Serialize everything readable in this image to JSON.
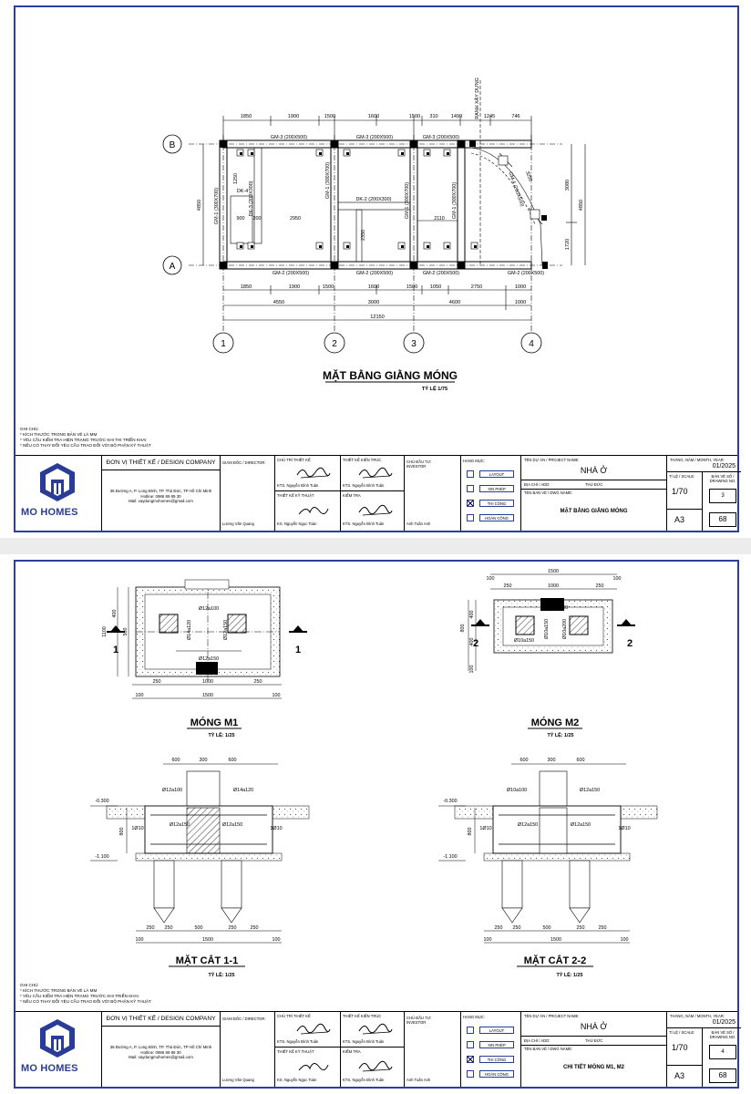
{
  "sheets": [
    {
      "notes": {
        "title": "GHI CHÚ:",
        "items": [
          "KÍCH THƯỚC TRONG BẢN VẼ LÀ MM",
          "YÊU CẦU KIỂM TRA HIỆN TRẠNG TRƯỚC KHI THI TRIỂN KHAI",
          "NẾU CÓ THAY ĐỔI YÊU CẦU TRAO ĐỔI VỚI BỘ PHẬN KỸ THUẬT"
        ]
      },
      "drawing": {
        "title": "MẶT BẰNG GIẰNG MÓNG",
        "scale": "TỶ LỆ 1/75",
        "grid_letters": [
          "B",
          "A"
        ],
        "grid_numbers": [
          "1",
          "2",
          "3",
          "4"
        ],
        "top_dims": [
          "1850",
          "1900",
          "1500",
          "1600",
          "1500",
          "310",
          "1499",
          "1245",
          "746"
        ],
        "bottom_dims_1": [
          "1850",
          "1900",
          "1500",
          "1600",
          "1500",
          "1050",
          "2750",
          "1000"
        ],
        "bottom_dims_2": [
          "4550",
          "3000",
          "4600",
          "1000"
        ],
        "total_dim": "12150",
        "left_dim": "4850",
        "right_dims": [
          "3080",
          "1720",
          "4850"
        ],
        "beam_labels": {
          "gm3_a": "GM-3 (200X500)",
          "gm3_b": "GM-3 (200X500)",
          "gm3_c": "GM-3 (200X500)",
          "gm2_a": "GM-2 (200X500)",
          "gm2_b": "GM-2 (200X500)",
          "gm2_c": "GM-2 (200X500)",
          "gm2_d": "GM-2 (200X500)",
          "gm1_a": "GM-1 (300X700)",
          "gm1_b": "GM-1 (300X700)",
          "gm1_c": "GM-1 (300X700)",
          "gm1_d": "GM-1 (300X700)",
          "dk2": "DK-2 (200X300)",
          "dk3": "DK-3 (200X300)",
          "dk4": "DK-4",
          "gm4": "GM-4 (200X500)",
          "d1250": "1250",
          "d900": "900",
          "d200": "200",
          "d2950": "2950",
          "d2350": "2350",
          "d2110": "2110",
          "d3250": "3250",
          "ranh": "RANH XÂY DỰNG"
        }
      },
      "title_block": {
        "company_title": "ĐƠN VỊ THIẾT KẾ / DESIGN COMPANY",
        "address": "36 Đường A, P. Long Bình, TP. Thủ Đức, TP Hồ Chí Minh",
        "hotline": "Hotline: 0986 89 89 30",
        "mail": "Mail: xaydungmohomes@gmail.com",
        "logo_text": "MO HOMES",
        "director_label": "GIÁM ĐỐC / DIRECTOR:",
        "director_name": "Lương Văn Quang",
        "chief_designer_label": "CHỦ TRÌ THIẾT KẾ",
        "chief_designer_name": "KTS. Nguyễn Đình Tuân",
        "tech_designer_label": "THIẾT KẾ KỸ THUẬT",
        "tech_designer_name": "KS. Nguyễn Ngọc Toàn",
        "structural_label": "THIẾT KẾ KIẾN TRÚC",
        "structural_name": "KTS. Nguyễn Đình Tuân",
        "check_label": "KIỂM TRA",
        "check_name": "KTS. Nguyễn Đình Tuân",
        "investor_label": "CHỦ ĐẦU TƯ: INVESTOR",
        "investor_name": "Anh Tuấn Anh",
        "category_label": "HẠNG MỤC:",
        "categories": [
          {
            "label": "LAYOUT",
            "checked": false
          },
          {
            "label": "XIN PHÉP",
            "checked": false
          },
          {
            "label": "THI CÔNG",
            "checked": true
          },
          {
            "label": "HOÀN CÔNG",
            "checked": false
          }
        ],
        "project_label": "TÊN DỰ ÁN / PROJECT NAME:",
        "project_name": "NHÀ Ở",
        "address_label": "ĐỊA CHỈ / ADD:",
        "address_value": "THỦ ĐỨC",
        "dwg_label": "TÊN BẢN VẼ / DWG NAME:",
        "dwg_name": "MẶT BẰNG GIẰNG MÓNG",
        "date_label": "THÁNG, NĂM / MONTH, YEAR:",
        "date": "01/2025",
        "scale_label": "TỈ LỆ / SCALE:",
        "scale": "1/70",
        "drawing_no_label": "BẢN VẼ SỐ / DRAWING NO.",
        "drawing_no": "3",
        "size": "A3",
        "total": "68"
      }
    },
    {
      "notes": {
        "title": "GHI CHÚ:",
        "items": [
          "KÍCH THƯỚC TRONG BẢN VẼ LÀ MM",
          "YÊU CẦU KIỂM TRA HIỆN TRẠNG TRƯỚC KHI TRIỂN KHAI",
          "NẾU CÓ THAY ĐỔI YÊU CẦU TRAO ĐỔI VỚI BỘ PHẬN KỸ THUẬT"
        ]
      },
      "details": {
        "m1_title": "MÓNG M1",
        "m1_scale": "TỶ LỆ: 1/25",
        "m2_title": "MÓNG M2",
        "m2_scale": "TỶ LỆ: 1/25",
        "s11_title": "MẶT CẮT 1-1",
        "s11_scale": "TỶ LỆ: 1/25",
        "s22_title": "MẶT CẮT 2-2",
        "s22_scale": "TỶ LỆ: 1/25",
        "m1": {
          "r1": "Ø12a100",
          "r2": "Ø14a120",
          "r3": "Ø12a150",
          "r4": "Ø12a150",
          "d400": "400",
          "d1100": "1100",
          "d500": "500",
          "d250a": "250",
          "d1000": "1000",
          "d250b": "250",
          "d100a": "100",
          "d1500": "1500",
          "d100b": "100",
          "cut": "1"
        },
        "m2": {
          "d100a": "100",
          "d1500": "1500",
          "d100b": "100",
          "d250a": "250",
          "d1000": "1000",
          "d250b": "250",
          "d400a": "400",
          "d800": "800",
          "d400b": "400",
          "d100c": "100",
          "r1": "Ø10a200",
          "r2": "Ø10a150",
          "r3": "Ø10a150",
          "r4": "Ø10a200",
          "cut": "2"
        },
        "s11": {
          "d600a": "600",
          "d300": "300",
          "d600b": "600",
          "r1": "Ø12a100",
          "r2": "Ø14a120",
          "r3": "Ø12a150",
          "r4": "Ø12a150",
          "r5": "1Ø10",
          "r6": "1Ø10",
          "lv1": "-0.300",
          "lv2": "-1.100",
          "d800": "800",
          "b250a": "250",
          "b250b": "250",
          "b500": "500",
          "b250c": "250",
          "b250d": "250",
          "b100a": "100",
          "b1500": "1500",
          "b100b": "100"
        },
        "s22": {
          "d600a": "600",
          "d300": "300",
          "d600b": "600",
          "r1": "Ø10a100",
          "r2": "Ø12a150",
          "r3": "Ø12a150",
          "r4": "Ø12a150",
          "r5": "1Ø10",
          "r6": "1Ø10",
          "lv1": "-0.300",
          "lv2": "-1.100",
          "d800": "800",
          "b250a": "250",
          "b250b": "250",
          "b500": "500",
          "b250c": "250",
          "b250d": "250",
          "b100a": "100",
          "b1500": "1500",
          "b100b": "100"
        }
      },
      "title_block": {
        "company_title": "ĐƠN VỊ THIẾT KẾ / DESIGN COMPANY",
        "address": "36 Đường A, P. Long Bình, TP. Thủ Đức, TP Hồ Chí Minh",
        "hotline": "Hotline: 0986 89 89 30",
        "mail": "Mail: xaydungmohomes@gmail.com",
        "logo_text": "MO HOMES",
        "director_label": "GIÁM ĐỐC / DIRECTOR:",
        "director_name": "Lương Văn Quang",
        "chief_designer_label": "CHỦ TRÌ THIẾT KẾ",
        "chief_designer_name": "KTS. Nguyễn Đình Tuân",
        "tech_designer_label": "THIẾT KẾ KỸ THUẬT",
        "tech_designer_name": "KS. Nguyễn Ngọc Toàn",
        "structural_label": "THIẾT KẾ KIẾN TRÚC",
        "structural_name": "KTS. Nguyễn Đình Tuân",
        "check_label": "KIỂM TRA",
        "check_name": "KTS. Nguyễn Đình Tuân",
        "investor_label": "CHỦ ĐẦU TƯ: INVESTOR",
        "investor_name": "Anh Tuấn Anh",
        "category_label": "HẠNG MỤC:",
        "categories": [
          {
            "label": "LAYOUT",
            "checked": false
          },
          {
            "label": "XIN PHÉP",
            "checked": false
          },
          {
            "label": "THI CÔNG",
            "checked": true
          },
          {
            "label": "HOÀN CÔNG",
            "checked": false
          }
        ],
        "project_label": "TÊN DỰ ÁN / PROJECT NAME:",
        "project_name": "NHÀ Ở",
        "address_label": "ĐỊA CHỈ / ADD:",
        "address_value": "THỦ ĐỨC",
        "dwg_label": "TÊN BẢN VẼ / DWG NAME:",
        "dwg_name": "CHI TIẾT MÓNG M1, M2",
        "date_label": "THÁNG, NĂM / MONTH, YEAR:",
        "date": "01/2025",
        "scale_label": "TỈ LỆ / SCALE:",
        "scale": "1/70",
        "drawing_no_label": "BẢN VẼ SỐ / DRAWING NO.",
        "drawing_no": "4",
        "size": "A3",
        "total": "68"
      }
    }
  ],
  "colors": {
    "frame": "#2b3fa0",
    "logo": "#2a3c96",
    "ink": "#000000"
  }
}
